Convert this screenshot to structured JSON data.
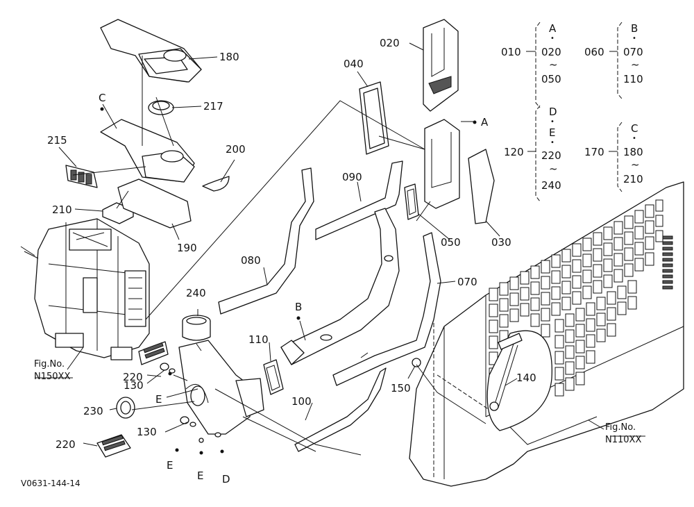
{
  "diagram": {
    "part_numbers": {
      "p180": "180",
      "p217": "217",
      "p200": "200",
      "p215": "215",
      "p210": "210",
      "p190": "190",
      "p240": "240",
      "p220a": "220",
      "p220b": "220",
      "p130a": "130",
      "p130b": "130",
      "p230": "230",
      "p020": "020",
      "p040": "040",
      "p090": "090",
      "p080": "080",
      "p050": "050",
      "p030": "030",
      "p070": "070",
      "p110": "110",
      "p100": "100",
      "p150": "150",
      "p140": "140"
    },
    "reference_letters": {
      "c_top": "C",
      "a_side": "A",
      "b_duct": "B",
      "e1": "E",
      "e2": "E",
      "e3": "E",
      "d": "D"
    },
    "fig_refs": {
      "left_label": "Fig.No.",
      "left_code": "N150XX",
      "right_label": "Fig.No.",
      "right_code": "N110XX"
    },
    "groups": [
      {
        "parent": "010",
        "members": [
          "A",
          "•",
          "020",
          "~",
          "050"
        ]
      },
      {
        "parent": "060",
        "members": [
          "B",
          "•",
          "070",
          "~",
          "110"
        ]
      },
      {
        "parent": "120",
        "members": [
          "D",
          "•",
          "E",
          "•",
          "220",
          "~",
          "240"
        ]
      },
      {
        "parent": "170",
        "members": [
          "C",
          "•",
          "180",
          "~",
          "210"
        ]
      }
    ],
    "footer_code": "V0631-144-14"
  }
}
